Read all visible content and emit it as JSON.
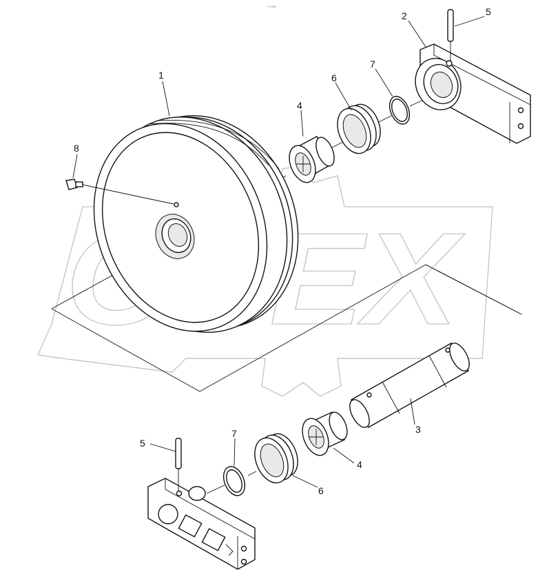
{
  "watermark": {
    "text": "OPEX"
  },
  "stamp": {
    "text": "0 1990"
  },
  "callouts": {
    "idler_wheel": "1",
    "bracket_top": "2",
    "shaft": "3",
    "bushing_top": "4",
    "bushing_bottom": "4",
    "pin_top": "5",
    "pin_bottom": "5",
    "seal_top": "6",
    "seal_bottom": "6",
    "oring_top": "7",
    "oring_bottom": "7",
    "plug_bolt": "8"
  }
}
